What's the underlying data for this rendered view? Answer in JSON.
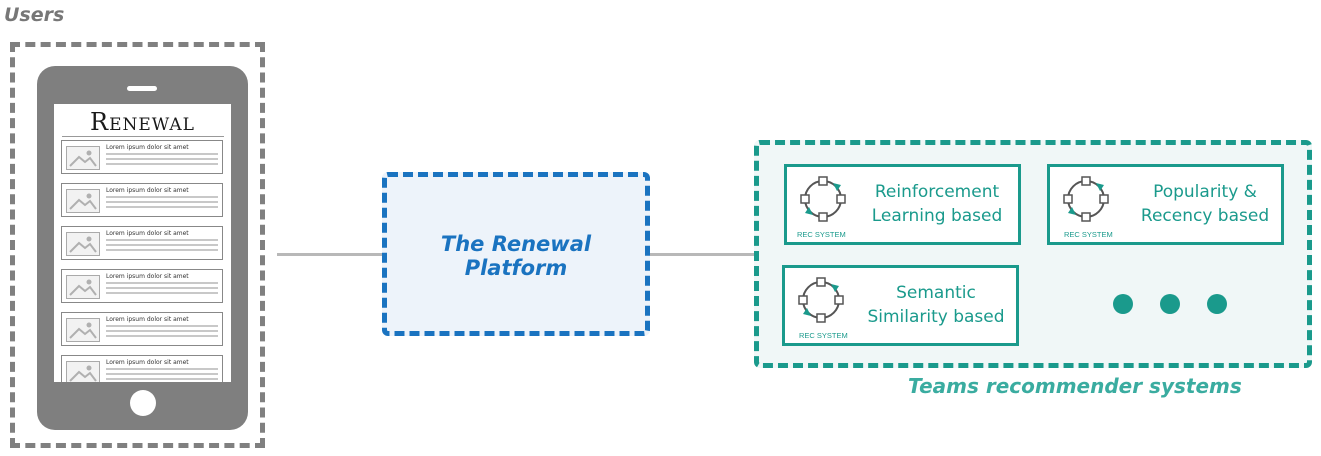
{
  "users": {
    "title": "Users",
    "phone": {
      "logo": "Renewal",
      "articles": [
        {
          "title": "Lorem ipsum dolor sit amet"
        },
        {
          "title": "Lorem ipsum dolor sit amet"
        },
        {
          "title": "Lorem ipsum dolor sit amet"
        },
        {
          "title": "Lorem ipsum dolor sit amet"
        },
        {
          "title": "Lorem ipsum dolor sit amet"
        },
        {
          "title": "Lorem ipsum dolor sit amet"
        }
      ]
    }
  },
  "platform": {
    "title_line1": "The Renewal",
    "title_line2": "Platform"
  },
  "teams": {
    "title": "Teams recommender systems",
    "systems": [
      {
        "line1": "Reinforcement",
        "line2": "Learning based",
        "caption": "REC SYSTEM"
      },
      {
        "line1": "Popularity &",
        "line2": "Recency based",
        "caption": "REC SYSTEM"
      },
      {
        "line1": "Semantic",
        "line2": "Similarity based",
        "caption": "REC SYSTEM"
      }
    ]
  },
  "colors": {
    "users_gray": "#808080",
    "platform_blue": "#1a73c0",
    "teams_teal": "#1a9a8c",
    "connector_gray": "#b8b8b8"
  },
  "icons": {
    "rec_system": "cycle-arrows-icon",
    "more": "ellipsis-dots-icon",
    "image_placeholder": "image-placeholder-icon"
  }
}
